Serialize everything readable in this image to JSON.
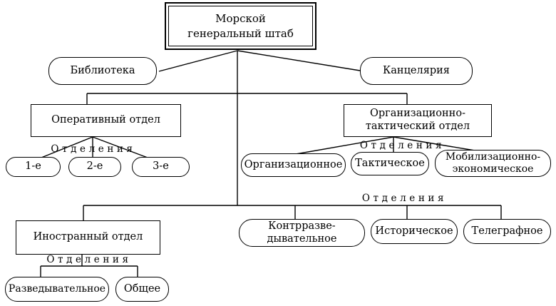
{
  "diagram": {
    "title_hidden": "",
    "sections_label": "Отделения",
    "root": {
      "label": "Морской\nгенеральный штаб"
    },
    "library": {
      "label": "Библиотека"
    },
    "chancellery": {
      "label": "Канцелярия"
    },
    "operational": {
      "label": "Оперативный отдел"
    },
    "org_tactical": {
      "label": "Организационно-\nтактический отдел"
    },
    "foreign": {
      "label": "Иностранный отдел"
    },
    "operational_sections": {
      "first": "1-е",
      "second": "2-е",
      "third": "3-е"
    },
    "org_tactical_sections": {
      "organizational": "Организационное",
      "tactical": "Тактическое",
      "mobilization": "Мобилизационно-\nэкономическое"
    },
    "staff_sections": {
      "counterintelligence": "Контрразве-\nдывательное",
      "historical": "Историческое",
      "telegraph": "Телеграфное"
    },
    "foreign_sections": {
      "intelligence": "Разведывательное",
      "general": "Общее"
    },
    "colors": {
      "line": "#000000",
      "background": "#ffffff"
    }
  }
}
